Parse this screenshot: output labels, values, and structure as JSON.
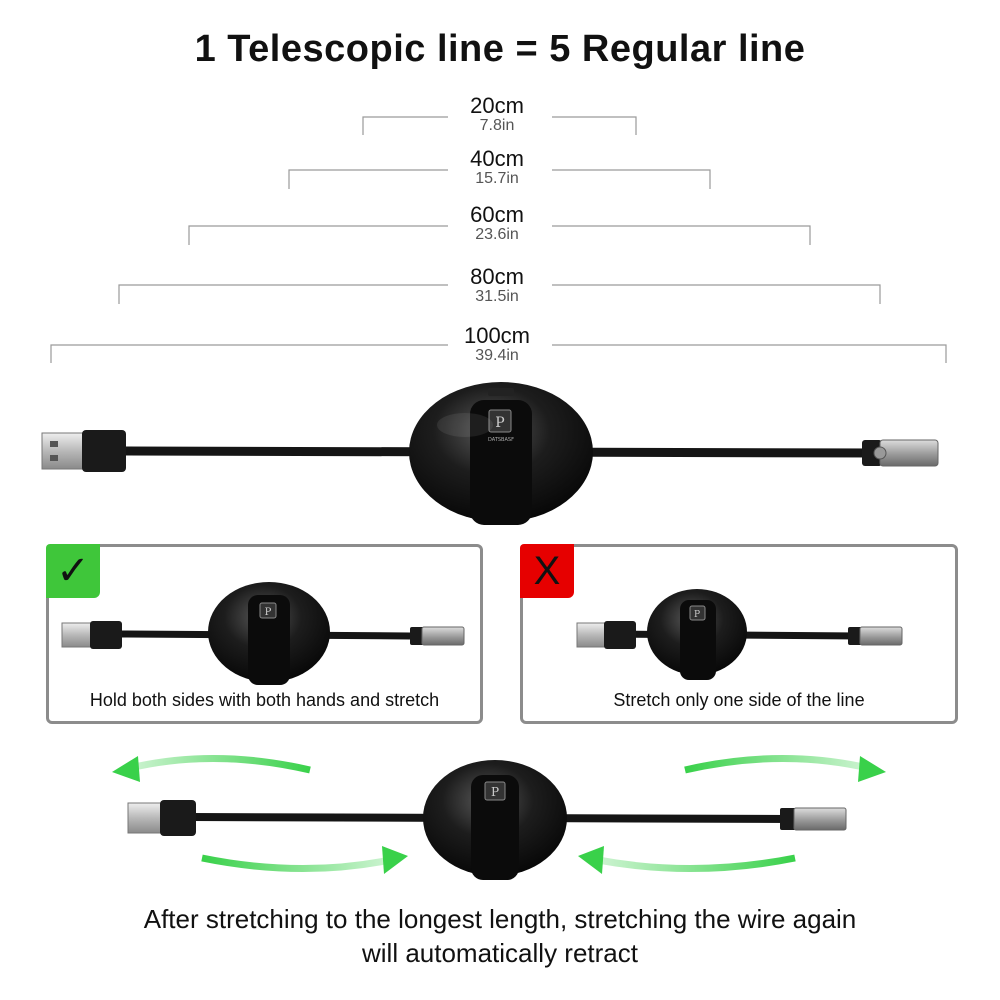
{
  "title": "1 Telescopic line = 5 Regular line",
  "lengths": [
    {
      "cm": "20cm",
      "inch": "7.8in"
    },
    {
      "cm": "40cm",
      "inch": "15.7in"
    },
    {
      "cm": "60cm",
      "inch": "23.6in"
    },
    {
      "cm": "80cm",
      "inch": "31.5in"
    },
    {
      "cm": "100cm",
      "inch": "39.4in"
    }
  ],
  "brand_label": "DATSBASF",
  "correct_panel": {
    "badge": "✓",
    "caption": "Hold both sides with both hands and stretch"
  },
  "wrong_panel": {
    "badge": "X",
    "caption": "Stretch only one side of the line"
  },
  "footer": {
    "line1": "After stretching to the longest length, stretching the wire again",
    "line2": "will automatically retract"
  },
  "colors": {
    "correct_badge": "#3fc63a",
    "wrong_badge": "#e60000",
    "arrow": "#39d14a",
    "panel_border": "#8c8c8c"
  }
}
